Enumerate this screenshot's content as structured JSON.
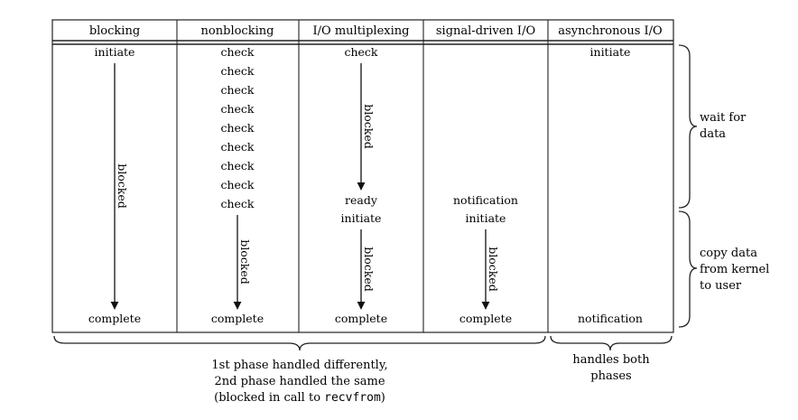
{
  "diagram": {
    "headers": [
      "blocking",
      "nonblocking",
      "I/O multiplexing",
      "signal-driven I/O",
      "asynchronous I/O"
    ],
    "blocking": {
      "initiate": "initiate",
      "blocked": "blocked",
      "complete": "complete"
    },
    "nonblocking": {
      "checks": [
        "check",
        "check",
        "check",
        "check",
        "check",
        "check",
        "check",
        "check",
        "check"
      ],
      "blocked": "blocked",
      "complete": "complete"
    },
    "multiplexing": {
      "check": "check",
      "blocked1": "blocked",
      "ready": "ready",
      "initiate": "initiate",
      "blocked2": "blocked",
      "complete": "complete"
    },
    "signal": {
      "notification": "notification",
      "initiate": "initiate",
      "blocked": "blocked",
      "complete": "complete"
    },
    "async": {
      "initiate": "initiate",
      "notification": "notification"
    },
    "right_notes": {
      "wait": [
        "wait for",
        "data"
      ],
      "copy": [
        "copy data",
        "from kernel",
        "to user"
      ]
    },
    "bottom_notes": {
      "left": [
        "1st phase handled differently,",
        "2nd phase handled the same"
      ],
      "left_paren_open": "(blocked in call to ",
      "left_code": "recvfrom",
      "left_paren_close": ")",
      "right": [
        "handles both",
        "phases"
      ]
    }
  }
}
